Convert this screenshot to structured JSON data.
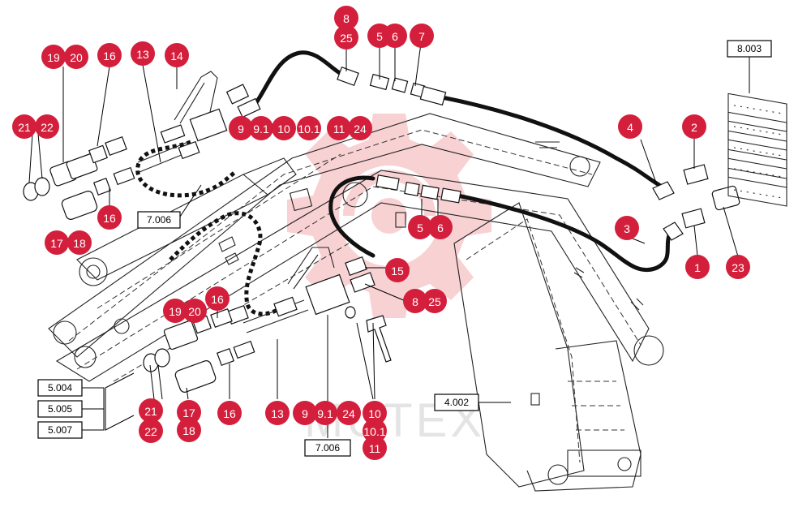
{
  "watermark": {
    "text": "MUTEX",
    "gear_color": "#f7c9cc",
    "text_color": "#e4e4e4"
  },
  "colors": {
    "callout": "#d31f3c",
    "callout_text": "#ffffff",
    "line": "#111111"
  },
  "callouts": [
    {
      "id": "c1",
      "label": "8"
    },
    {
      "id": "c2",
      "label": "25"
    },
    {
      "id": "c3",
      "label": "5"
    },
    {
      "id": "c4",
      "label": "6"
    },
    {
      "id": "c5",
      "label": "7"
    },
    {
      "id": "c6",
      "label": "19"
    },
    {
      "id": "c7",
      "label": "20"
    },
    {
      "id": "c8",
      "label": "16"
    },
    {
      "id": "c9",
      "label": "13"
    },
    {
      "id": "c10",
      "label": "14"
    },
    {
      "id": "c11",
      "label": "21"
    },
    {
      "id": "c12",
      "label": "22"
    },
    {
      "id": "c13",
      "label": "9"
    },
    {
      "id": "c14",
      "label": "9.1"
    },
    {
      "id": "c15",
      "label": "10"
    },
    {
      "id": "c16",
      "label": "10.1"
    },
    {
      "id": "c17",
      "label": "11"
    },
    {
      "id": "c18",
      "label": "24"
    },
    {
      "id": "c19",
      "label": "4"
    },
    {
      "id": "c20",
      "label": "2"
    },
    {
      "id": "c21",
      "label": "16"
    },
    {
      "id": "c22",
      "label": "17"
    },
    {
      "id": "c23",
      "label": "18"
    },
    {
      "id": "c24",
      "label": "5"
    },
    {
      "id": "c25",
      "label": "6"
    },
    {
      "id": "c26",
      "label": "3"
    },
    {
      "id": "c27",
      "label": "1"
    },
    {
      "id": "c28",
      "label": "23"
    },
    {
      "id": "c29",
      "label": "15"
    },
    {
      "id": "c30",
      "label": "8"
    },
    {
      "id": "c31",
      "label": "25"
    },
    {
      "id": "c32",
      "label": "19"
    },
    {
      "id": "c33",
      "label": "20"
    },
    {
      "id": "c34",
      "label": "16"
    },
    {
      "id": "c35",
      "label": "21"
    },
    {
      "id": "c36",
      "label": "22"
    },
    {
      "id": "c37",
      "label": "17"
    },
    {
      "id": "c38",
      "label": "18"
    },
    {
      "id": "c39",
      "label": "16"
    },
    {
      "id": "c40",
      "label": "13"
    },
    {
      "id": "c41",
      "label": "9"
    },
    {
      "id": "c42",
      "label": "9.1"
    },
    {
      "id": "c43",
      "label": "24"
    },
    {
      "id": "c44",
      "label": "10"
    },
    {
      "id": "c45",
      "label": "10.1"
    },
    {
      "id": "c46",
      "label": "11"
    }
  ],
  "references": [
    {
      "id": "r1",
      "label": "8.003"
    },
    {
      "id": "r2",
      "label": "7.006"
    },
    {
      "id": "r3",
      "label": "5.004"
    },
    {
      "id": "r4",
      "label": "5.005"
    },
    {
      "id": "r5",
      "label": "5.007"
    },
    {
      "id": "r6",
      "label": "4.002"
    },
    {
      "id": "r7",
      "label": "7.006"
    }
  ]
}
